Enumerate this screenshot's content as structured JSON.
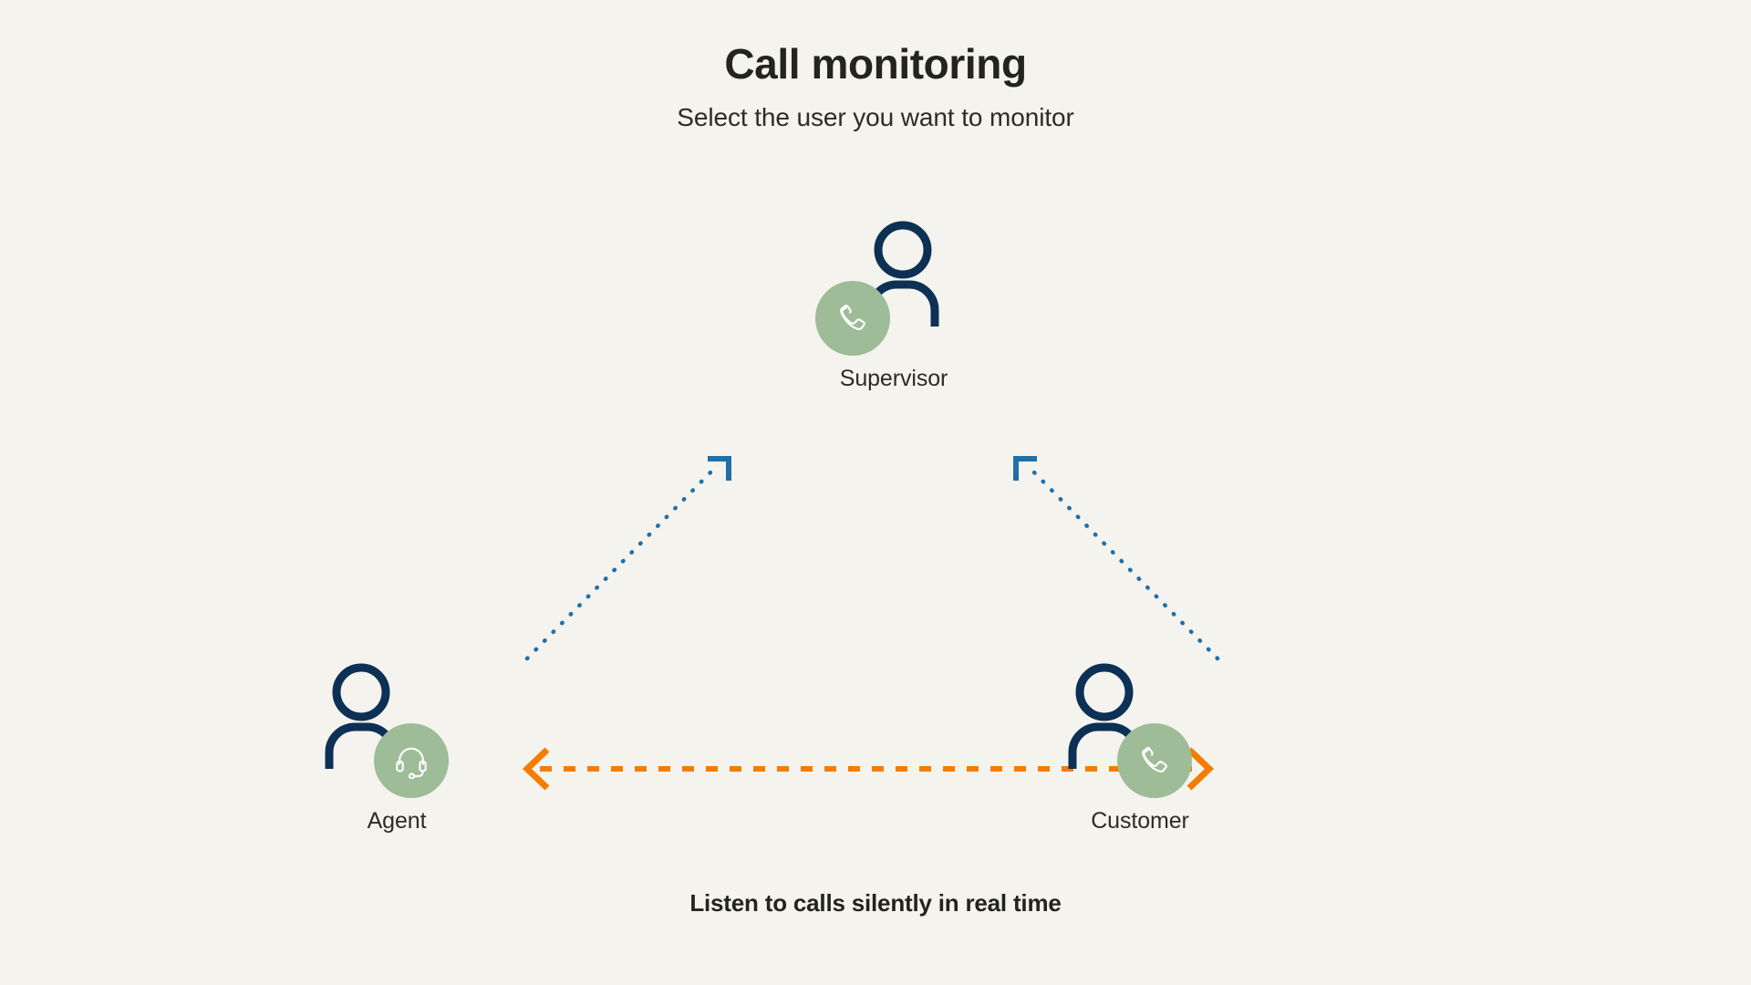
{
  "background_color": "#f4f3ee",
  "header": {
    "title": "Call monitoring",
    "subtitle": "Select the user you want to monitor"
  },
  "colors": {
    "navy": "#0d3055",
    "badge_green": "#9dbc97",
    "badge_icon": "#ffffff",
    "arrow_blue": "#1f6fa8",
    "arrow_orange": "#f57c00",
    "text_dark": "#24241f"
  },
  "diagram": {
    "type": "relationship-diagram",
    "nodes": [
      {
        "id": "supervisor",
        "label": "Supervisor",
        "person_icon": "person-icon",
        "badge_icon": "phone-icon",
        "badge_side": "left"
      },
      {
        "id": "agent",
        "label": "Agent",
        "person_icon": "person-icon",
        "badge_icon": "headset-icon",
        "badge_side": "right"
      },
      {
        "id": "customer",
        "label": "Customer",
        "person_icon": "person-icon",
        "badge_icon": "phone-icon",
        "badge_side": "right"
      }
    ],
    "connections": [
      {
        "id": "agent-to-supervisor",
        "from": "agent",
        "to": "supervisor",
        "style": "dotted",
        "color": "#1f6fa8",
        "direction": "one-way",
        "arrowhead": "corner"
      },
      {
        "id": "customer-to-supervisor",
        "from": "customer",
        "to": "supervisor",
        "style": "dotted",
        "color": "#1f6fa8",
        "direction": "one-way",
        "arrowhead": "corner"
      },
      {
        "id": "agent-customer-call",
        "from": "agent",
        "to": "customer",
        "style": "dashed",
        "color": "#f57c00",
        "direction": "two-way",
        "arrowhead": "chevron"
      }
    ]
  },
  "footer": {
    "caption": "Listen to calls silently in real time"
  }
}
